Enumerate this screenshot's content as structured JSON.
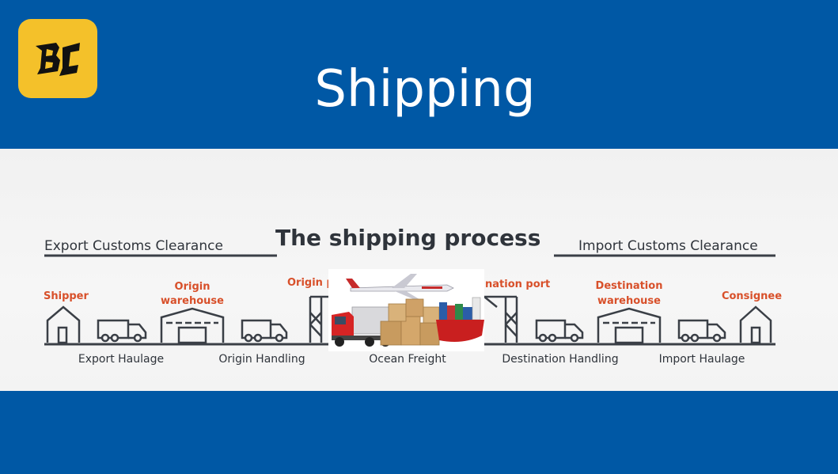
{
  "header": {
    "title": "Shipping",
    "logo_text": "BC",
    "background": "#0058a5",
    "logo_color": "#f4c12a"
  },
  "diagram": {
    "title": "The shipping process",
    "left_heading": "Export Customs Clearance",
    "right_heading": "Import Customs Clearance",
    "top_labels": {
      "shipper": "Shipper",
      "origin_warehouse_line1": "Origin",
      "origin_warehouse_line2": "warehouse",
      "origin_port": "Origin p",
      "destination_port": "nation port",
      "destination_warehouse_line1": "Destination",
      "destination_warehouse_line2": "warehouse",
      "consignee": "Consignee"
    },
    "bottom_labels": {
      "export_haulage": "Export Haulage",
      "origin_handling": "Origin Handling",
      "ocean_freight": "Ocean Freight",
      "destination_handling": "Destination Handling",
      "import_haulage": "Import Haulage"
    },
    "colors": {
      "label_orange": "#d8502a",
      "line_dark": "#3a3f46",
      "text_dark": "#2f343b"
    }
  }
}
